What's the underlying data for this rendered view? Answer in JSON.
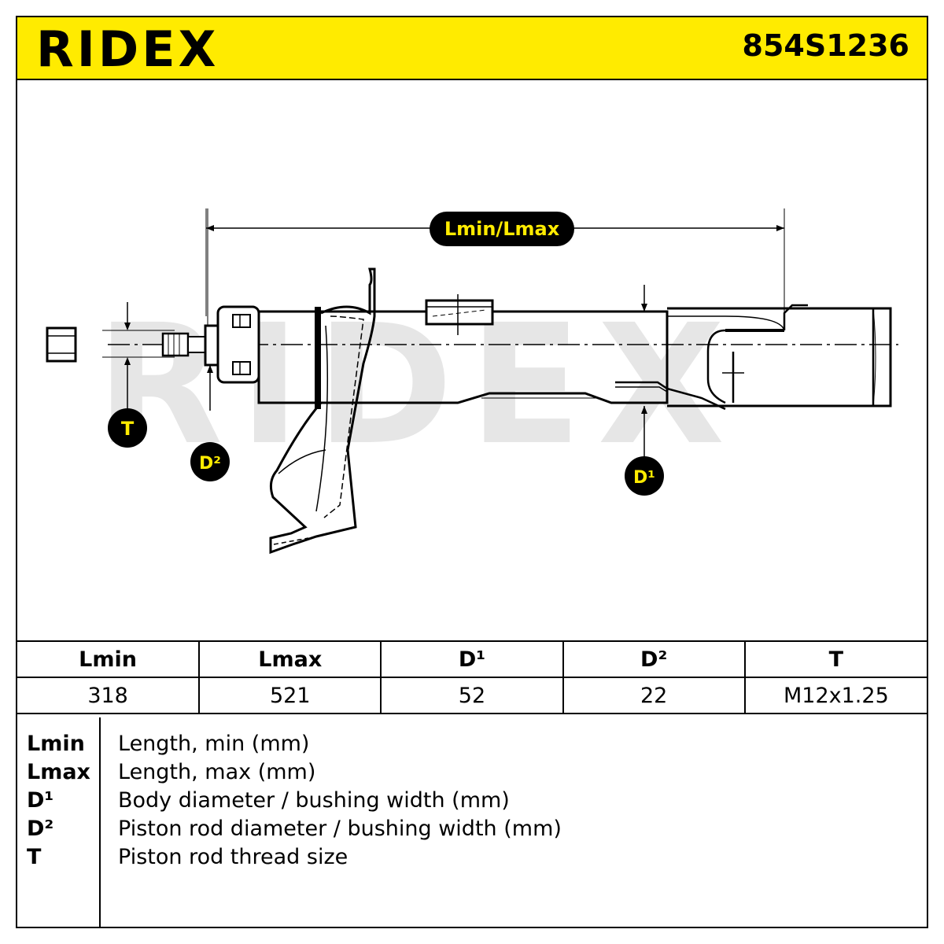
{
  "header": {
    "brand": "RIDEX",
    "part_number": "854S1236",
    "background_color": "#ffeb00"
  },
  "drawing": {
    "watermark": "RIDEX",
    "labels": {
      "length": "Lmin/Lmax",
      "thread": "T",
      "rod_diameter": "D²",
      "body_diameter": "D¹"
    }
  },
  "specs": {
    "headers": [
      "Lmin",
      "Lmax",
      "D¹",
      "D²",
      "T"
    ],
    "values": [
      "318",
      "521",
      "52",
      "22",
      "M12x1.25"
    ]
  },
  "legend": [
    {
      "term": "Lmin",
      "description": "Length, min (mm)"
    },
    {
      "term": "Lmax",
      "description": "Length, max (mm)"
    },
    {
      "term": "D¹",
      "description": "Body diameter / bushing width (mm)"
    },
    {
      "term": "D²",
      "description": "Piston rod diameter / bushing width (mm)"
    },
    {
      "term": "T",
      "description": "Piston rod thread size"
    }
  ]
}
